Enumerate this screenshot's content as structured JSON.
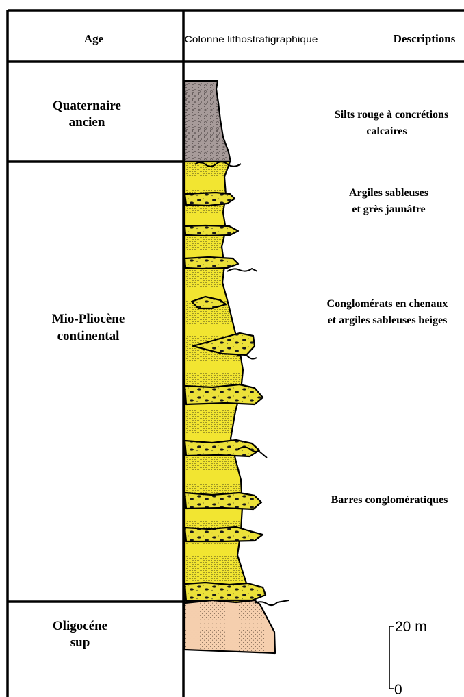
{
  "header": {
    "age": "Age",
    "column": "Colonne lithostratigraphique",
    "descriptions": "Descriptions"
  },
  "ages": [
    {
      "line1": "Quaternaire",
      "line2": "ancien"
    },
    {
      "line1": "Mio-Pliocène",
      "line2": "continental"
    },
    {
      "line1": "Oligocéne",
      "line2": "sup"
    }
  ],
  "descriptions": [
    {
      "line1": "Silts rouge à concrétions",
      "line2": "calcaires"
    },
    {
      "line1": "Argiles sableuses",
      "line2": "et grès jaunâtre"
    },
    {
      "line1": "Conglomérats en chenaux",
      "line2": "et argiles sableuses beiges"
    },
    {
      "line1": "Barres conglomératiques",
      "line2": ""
    }
  ],
  "scale": {
    "top": "20 m",
    "bottom": "0"
  },
  "colors": {
    "quaternary_silt": "#a79b9a",
    "miopliocene_clay": "#f2e531",
    "conglomerate": "#ece13a",
    "oligocene": "#f5cfae",
    "lines": "#000000"
  }
}
